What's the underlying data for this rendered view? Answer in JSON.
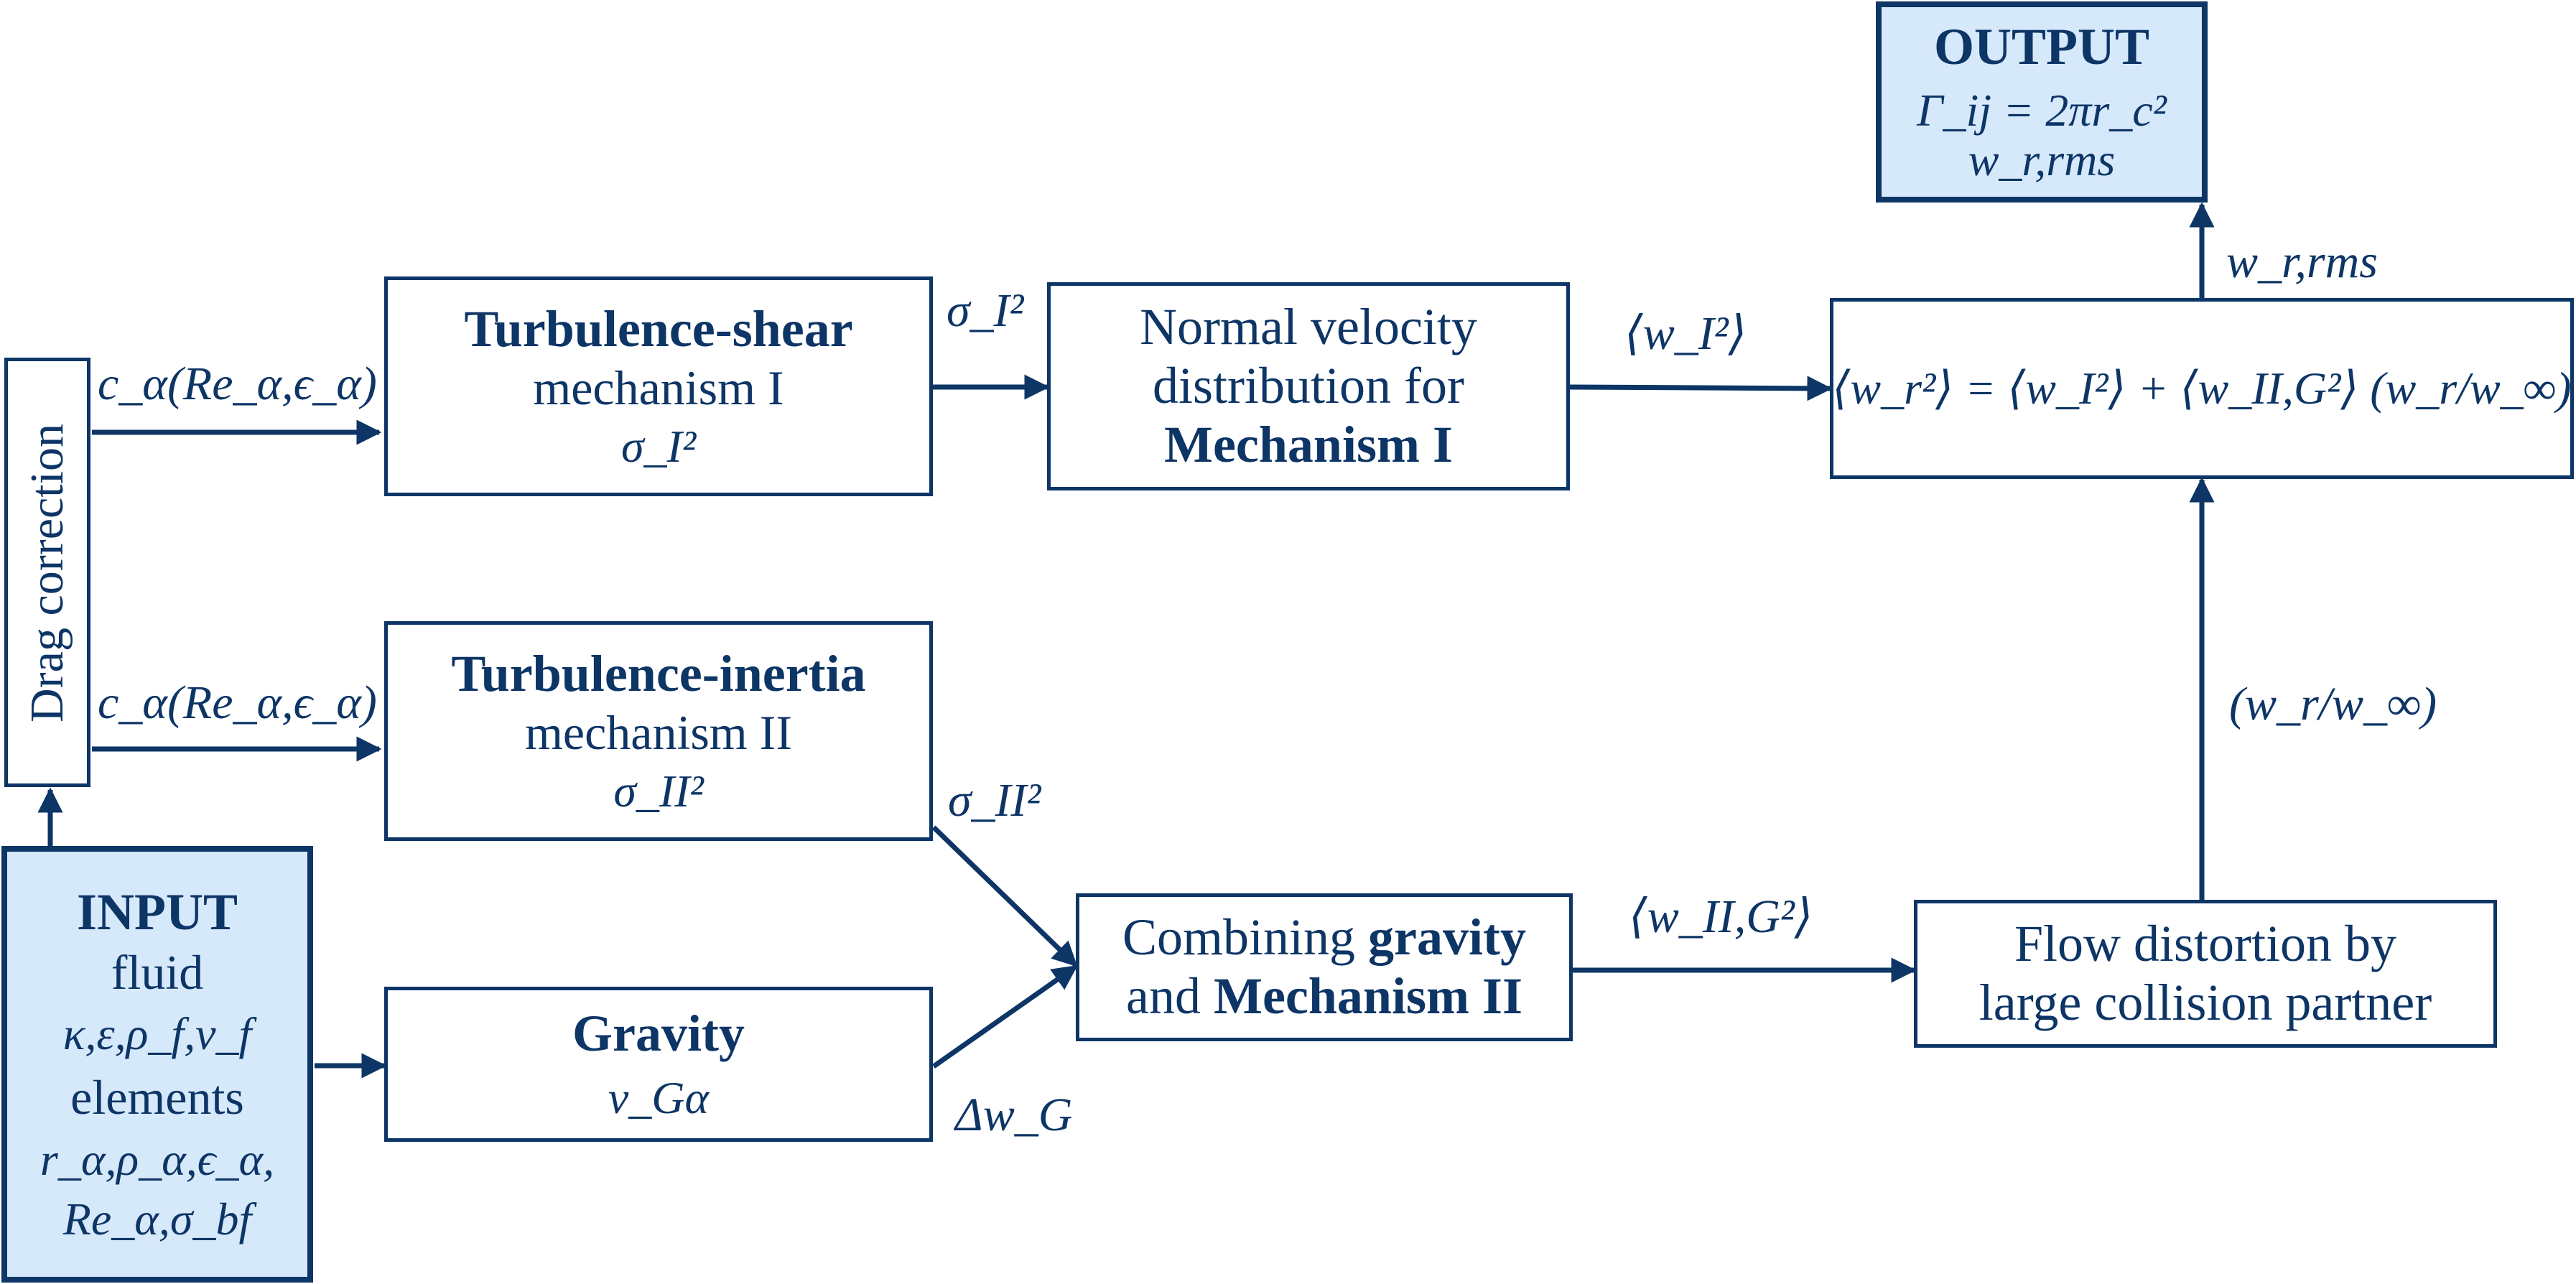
{
  "output": {
    "title": "OUTPUT",
    "formula": "Γ_ij = 2πr_c² w_r,rms"
  },
  "input": {
    "title": "INPUT",
    "fluid_label": "fluid",
    "fluid_vars": "κ,ε,ρ_f,ν_f",
    "elements_label": "elements",
    "elements_vars_1": "r_α,ρ_α,ϵ_α,",
    "elements_vars_2": "Re_α,σ_bf"
  },
  "drag": {
    "label": "Drag correction"
  },
  "shear": {
    "title": "Turbulence-shear",
    "subtitle": "mechanism I",
    "symbol": "σ_I²"
  },
  "inertia": {
    "title": "Turbulence-inertia",
    "subtitle": "mechanism II",
    "symbol": "σ_II²"
  },
  "gravity": {
    "title": "Gravity",
    "symbol": "v_Gα"
  },
  "normal": {
    "line1": "Normal velocity",
    "line2": "distribution for",
    "line3": "Mechanism I"
  },
  "combine": {
    "line1_plain": "Combining ",
    "line1_bold": "gravity",
    "line2_plain": "and ",
    "line2_bold": "Mechanism II"
  },
  "sum": {
    "formula": "⟨w_r²⟩ = ⟨w_I²⟩ + ⟨w_II,G²⟩ (w_r/w_∞)"
  },
  "flow": {
    "line1": "Flow distortion by",
    "line2": "large collision partner"
  },
  "edges": {
    "c_alpha_1": "c_α(Re_α,ϵ_α)",
    "c_alpha_2": "c_α(Re_α,ϵ_α)",
    "sigma_I": "σ_I²",
    "w_I": "⟨w_I²⟩",
    "w_rms": "w_r,rms",
    "sigma_II": "σ_II²",
    "delta_w": "Δw_G",
    "w_IIG": "⟨w_II,G²⟩",
    "ratio": "(w_r/w_∞)"
  },
  "colors": {
    "stroke": "#0d3566",
    "shade": "#d6e9fb"
  }
}
